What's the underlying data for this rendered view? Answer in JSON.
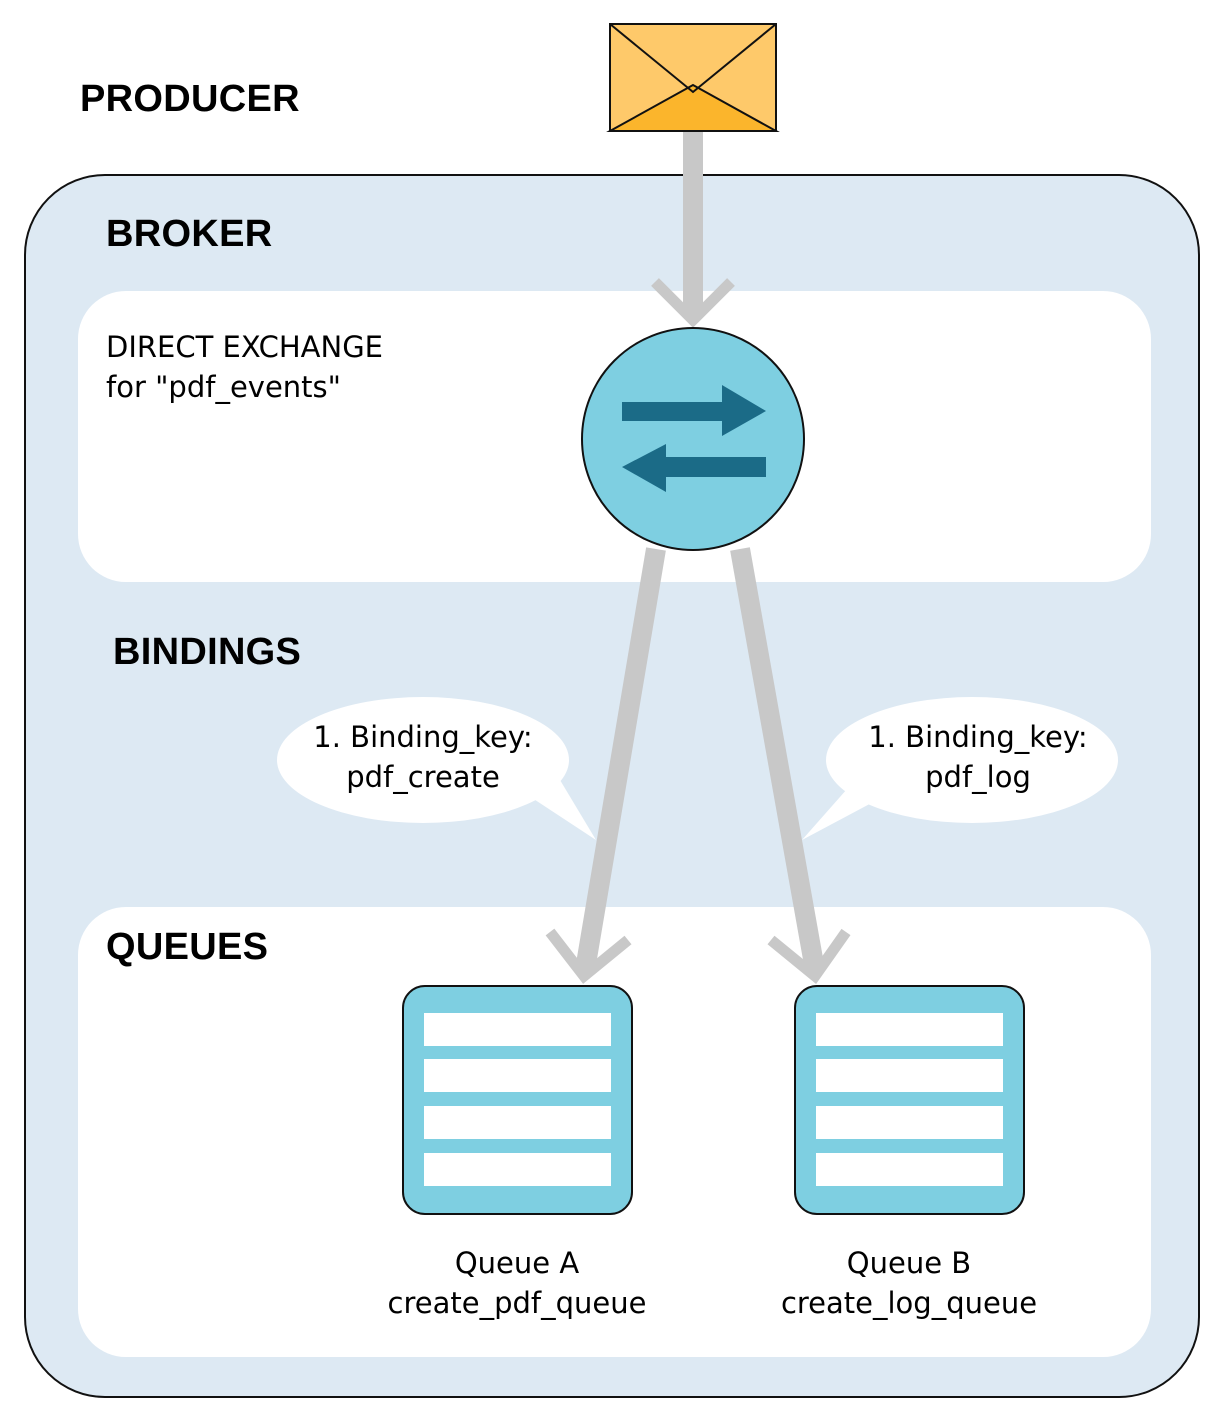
{
  "producer": {
    "title": "PRODUCER"
  },
  "broker": {
    "title": "BROKER"
  },
  "exchange": {
    "line1": "DIRECT EXCHANGE",
    "line2": "for \"pdf_events\""
  },
  "bindings": {
    "title": "BINDINGS",
    "items": [
      {
        "line1": "1. Binding_key:",
        "line2": "pdf_create"
      },
      {
        "line1": "1. Binding_key:",
        "line2": "pdf_log"
      }
    ]
  },
  "queues": {
    "title": "QUEUES",
    "items": [
      {
        "name": "Queue A",
        "queue_name": "create_pdf_queue"
      },
      {
        "name": "Queue B",
        "queue_name": "create_log_queue"
      }
    ]
  },
  "colors": {
    "broker_bg": "#dde9f3",
    "panel_bg": "#ffffff",
    "exchange_fill": "#7ecfe1",
    "exchange_arrows": "#1b6b87",
    "queue_fill": "#7ecfe1",
    "flow_arrow": "#c8c8c8",
    "envelope_top": "#fec96a",
    "envelope_bottom": "#fbb52c"
  }
}
